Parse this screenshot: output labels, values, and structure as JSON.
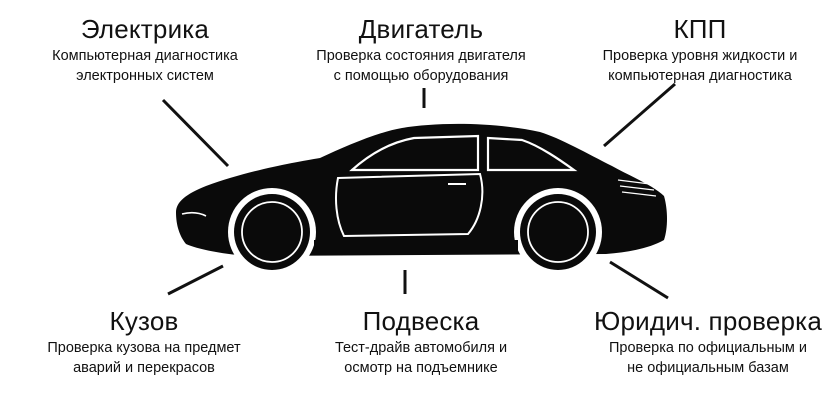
{
  "sections": {
    "electric": {
      "title": "Электрика",
      "desc_line1": "Компьютерная диагностика",
      "desc_line2": "электронных систем"
    },
    "engine": {
      "title": "Двигатель",
      "desc_line1": "Проверка состояния двигателя",
      "desc_line2": "с помощью оборудования"
    },
    "kpp": {
      "title": "КПП",
      "desc_line1": "Проверка уровня жидкости и",
      "desc_line2": "компьютерная диагностика"
    },
    "body": {
      "title": "Кузов",
      "desc_line1": "Проверка кузова на предмет",
      "desc_line2": "аварий и перекрасов"
    },
    "suspension": {
      "title": "Подвеска",
      "desc_line1": "Тест-драйв автомобиля и",
      "desc_line2": "осмотр на подъемнике"
    },
    "legal": {
      "title": "Юридич. проверка",
      "desc_line1": "Проверка по официальным и",
      "desc_line2": "не официальным базам"
    }
  },
  "colors": {
    "car": "#0a0a0a",
    "background": "#ffffff",
    "text": "#111111",
    "window_line": "#ffffff"
  }
}
